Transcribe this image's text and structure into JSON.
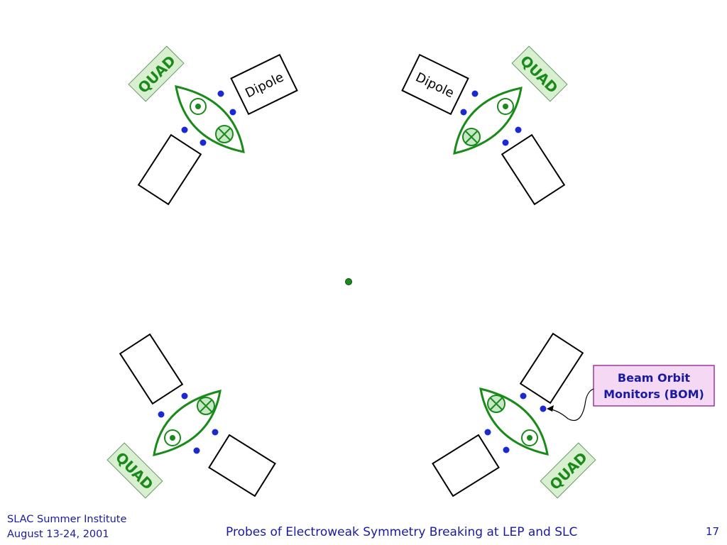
{
  "labels": {
    "quad": "QUAD",
    "dipole": "Dipole",
    "bom_line1": "Beam Orbit",
    "bom_line2": "Monitors (BOM)"
  },
  "footer": {
    "institute": "SLAC Summer Institute",
    "dates": "August 13-24, 2001",
    "title": "Probes of Electroweak Symmetry Breaking at LEP and SLC",
    "page": "17"
  },
  "colors": {
    "beam": "#1a8a1a",
    "quad_fill": "#d8f0d0",
    "bom_dot": "#1a2ad0",
    "bom_box_fill": "#f4d8f4",
    "bom_box_border": "#9a3a9a",
    "text_blue": "#1a1aa0"
  }
}
